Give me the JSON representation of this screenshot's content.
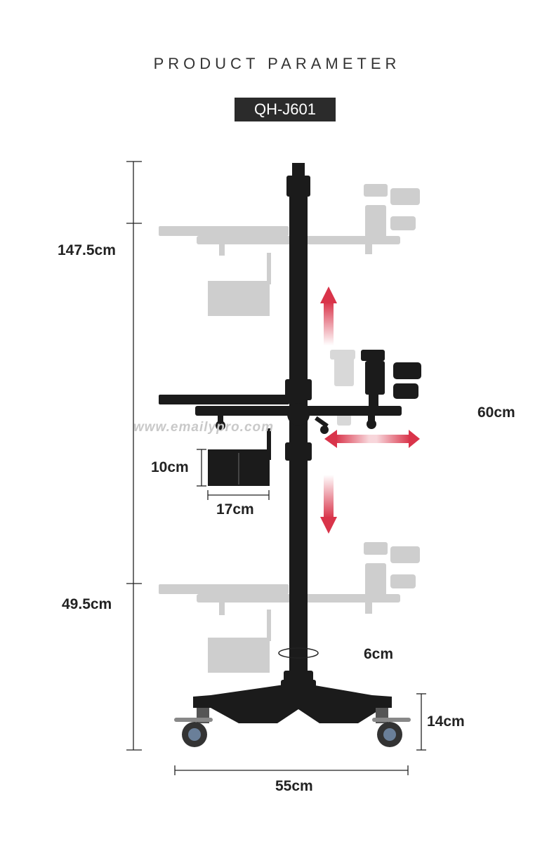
{
  "header": {
    "title": "PRODUCT PARAMETER",
    "model": "QH-J601"
  },
  "dimensions": {
    "extension_height": "147.5cm",
    "base_height": "49.5cm",
    "tray_reach": "60cm",
    "box_height": "10cm",
    "box_width": "17cm",
    "pole_diameter": "6cm",
    "wheel_height": "14cm",
    "base_width": "55cm"
  },
  "watermark": "www.emailypro.com",
  "colors": {
    "arrow": "#d9344a",
    "stand": "#1b1b1b",
    "ghost": "#c8c8c8"
  }
}
